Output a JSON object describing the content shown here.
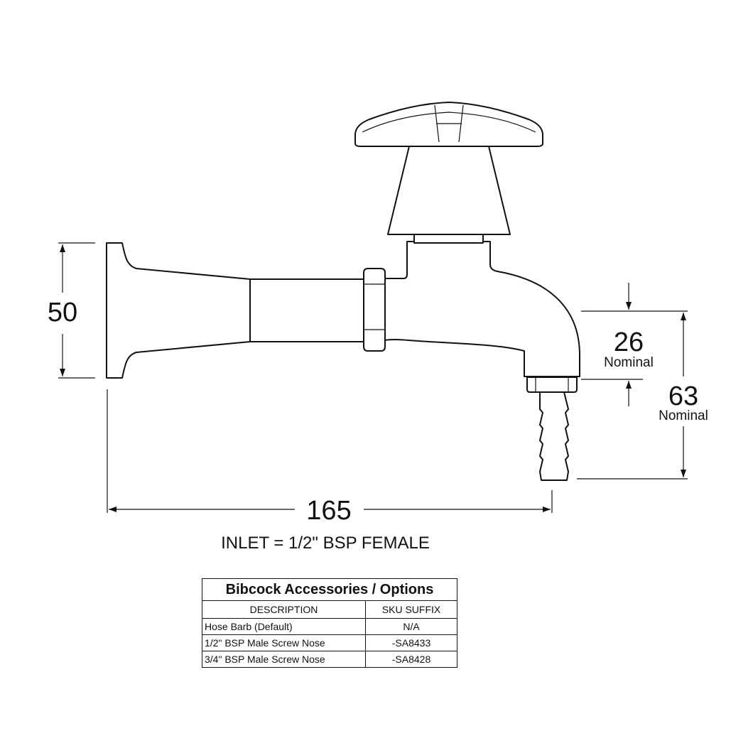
{
  "dimensions": {
    "height_left": "50",
    "spout_height": "26",
    "spout_height_note": "Nominal",
    "outlet_height": "63",
    "outlet_height_note": "Nominal",
    "overall_length": "165"
  },
  "inlet_note": "INLET = 1/2\" BSP FEMALE",
  "options_table": {
    "title": "Bibcock Accessories / Options",
    "headers": {
      "description": "DESCRIPTION",
      "sku": "SKU SUFFIX"
    },
    "rows": [
      {
        "description": "Hose Barb (Default)",
        "sku": "N/A"
      },
      {
        "description": "1/2\" BSP  Male Screw Nose",
        "sku": "-SA8433"
      },
      {
        "description": "3/4\" BSP  Male Screw Nose",
        "sku": "-SA8428"
      }
    ]
  }
}
